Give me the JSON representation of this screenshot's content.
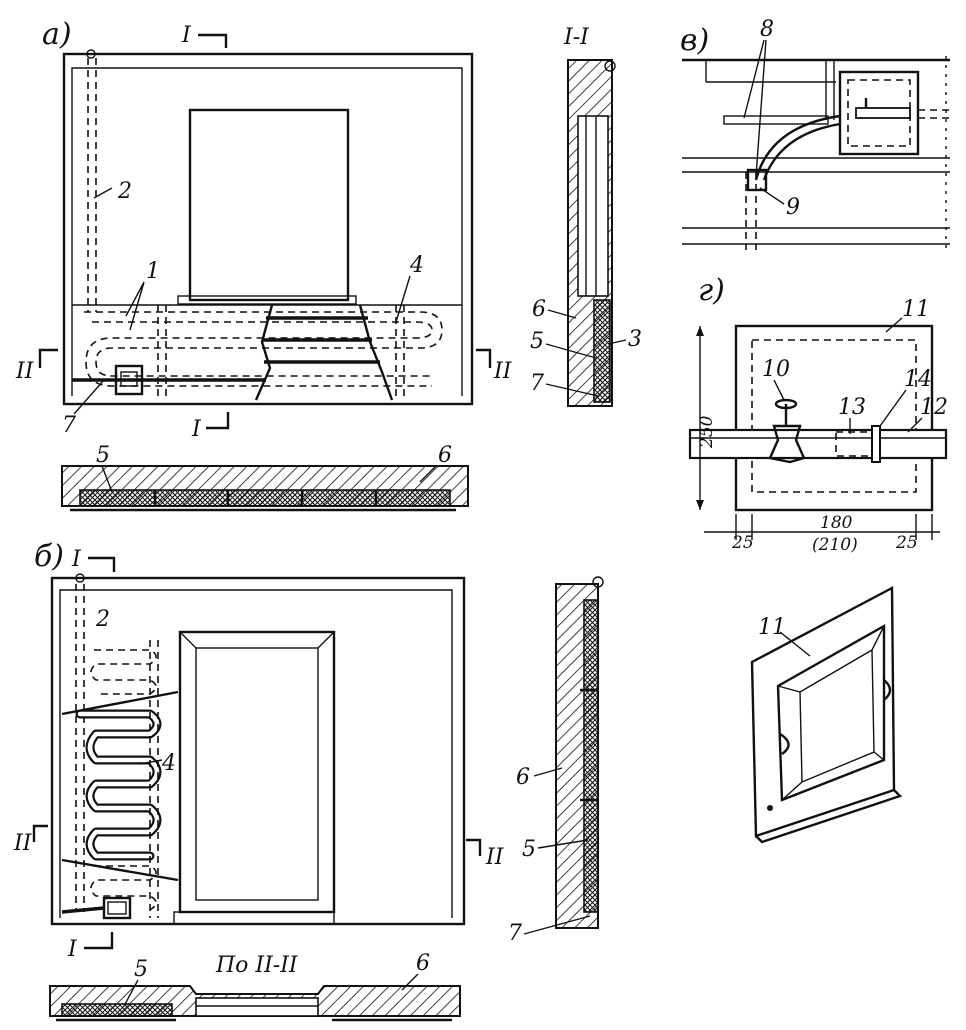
{
  "panels": {
    "a": "a)",
    "b": "б)",
    "v": "в)",
    "g": "г)"
  },
  "section_marks": {
    "I": "I",
    "II": "II",
    "I_I": "I-I",
    "po_II_II": "По II-II"
  },
  "callouts": {
    "n1": "1",
    "n2": "2",
    "n3": "3",
    "n4": "4",
    "n5": "5",
    "n6": "6",
    "n7": "7",
    "n8": "8",
    "n9": "9",
    "n10": "10",
    "n11": "11",
    "n12": "12",
    "n13": "13",
    "n14": "14"
  },
  "dimensions": {
    "height": "250",
    "side_left": "25",
    "width": "180",
    "width_alt": "(210)",
    "side_right": "25"
  }
}
